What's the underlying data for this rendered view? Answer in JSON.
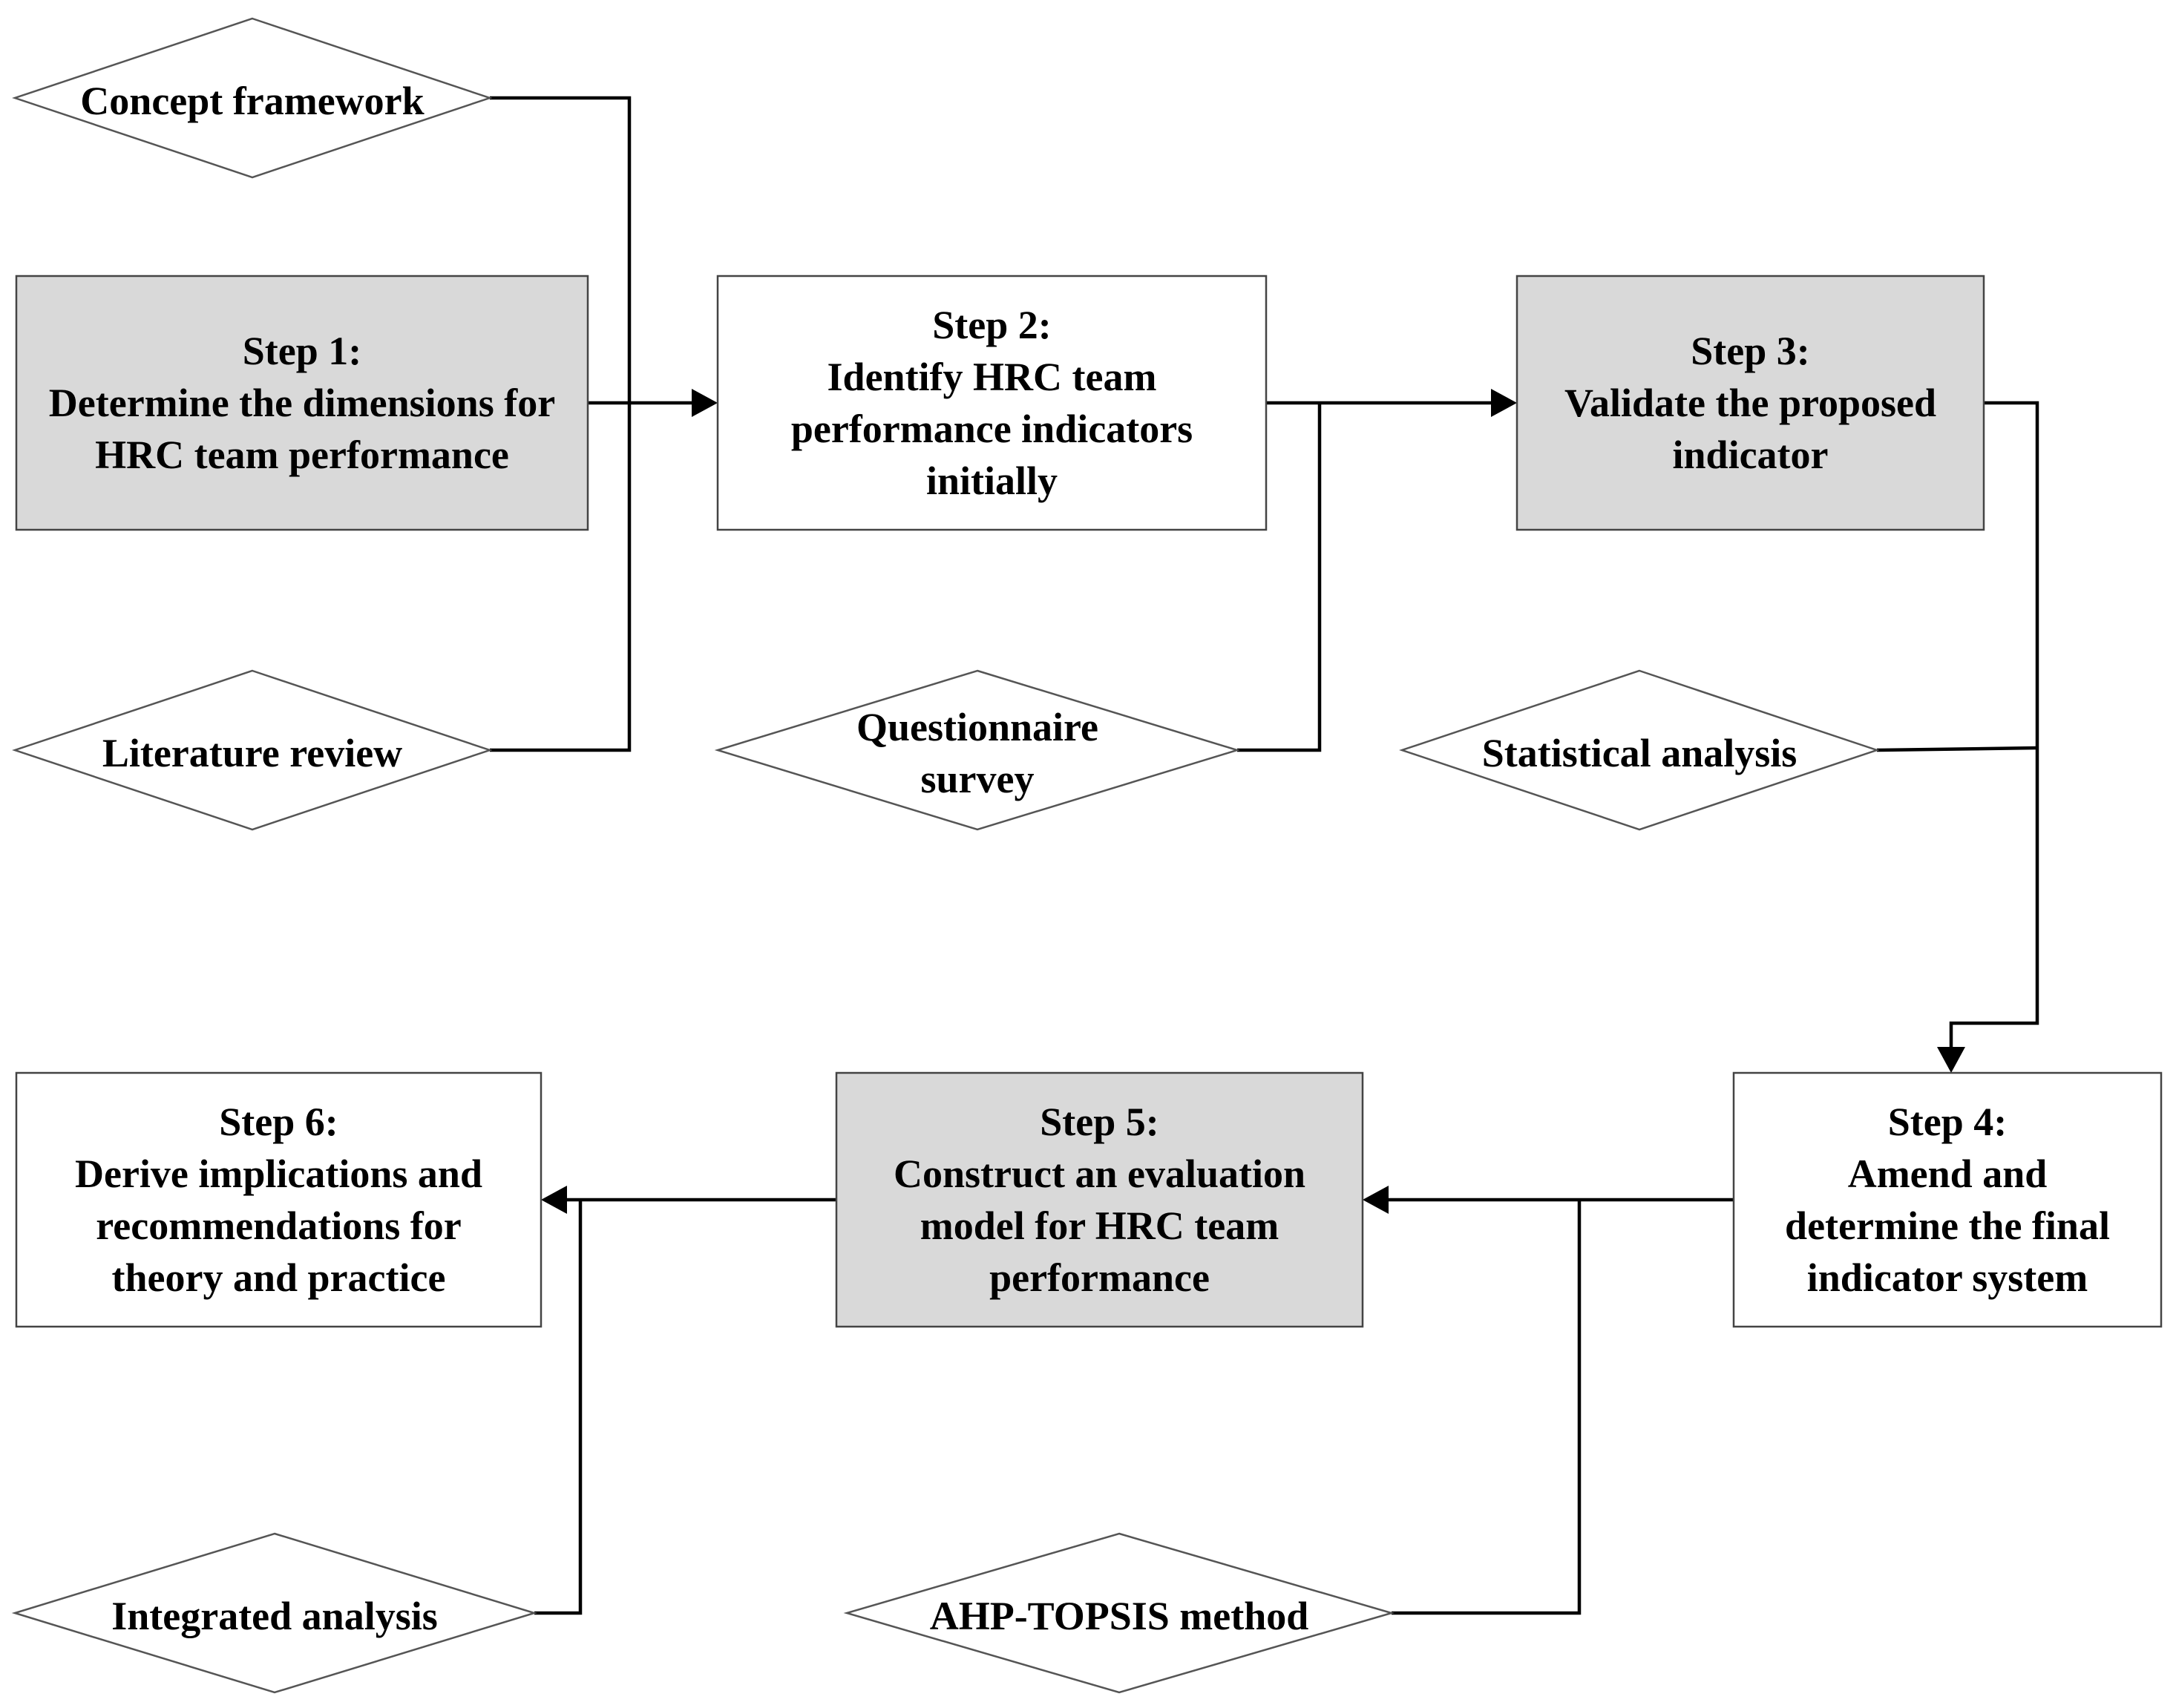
{
  "colors": {
    "shaded_fill": "#d9d9d9",
    "plain_fill": "#ffffff",
    "line": "#000000"
  },
  "steps": [
    {
      "id": "step-1",
      "lines": [
        "Step 1:",
        "Determine the dimensions for",
        "HRC team performance"
      ],
      "shaded": true
    },
    {
      "id": "step-2",
      "lines": [
        "Step 2:",
        "Identify HRC team",
        "performance indicators",
        "initially"
      ],
      "shaded": false
    },
    {
      "id": "step-3",
      "lines": [
        "Step 3:",
        "Validate the proposed",
        "indicator"
      ],
      "shaded": true
    },
    {
      "id": "step-4",
      "lines": [
        "Step 4:",
        "Amend and",
        "determine the final",
        "indicator system"
      ],
      "shaded": false
    },
    {
      "id": "step-5",
      "lines": [
        "Step 5:",
        "Construct an evaluation",
        "model for HRC team",
        "performance"
      ],
      "shaded": true
    },
    {
      "id": "step-6",
      "lines": [
        "Step 6:",
        "Derive implications and",
        "recommendations for",
        "theory and practice"
      ],
      "shaded": false
    }
  ],
  "methods": [
    {
      "id": "concept-framework",
      "lines": [
        "Concept framework"
      ]
    },
    {
      "id": "literature-review",
      "lines": [
        "Literature review"
      ]
    },
    {
      "id": "questionnaire-survey",
      "lines": [
        "Questionnaire",
        "survey"
      ]
    },
    {
      "id": "statistical-analysis",
      "lines": [
        "Statistical analysis"
      ]
    },
    {
      "id": "ahp-topsis-method",
      "lines": [
        "AHP-TOPSIS method"
      ]
    },
    {
      "id": "integrated-analysis",
      "lines": [
        "Integrated analysis"
      ]
    }
  ]
}
